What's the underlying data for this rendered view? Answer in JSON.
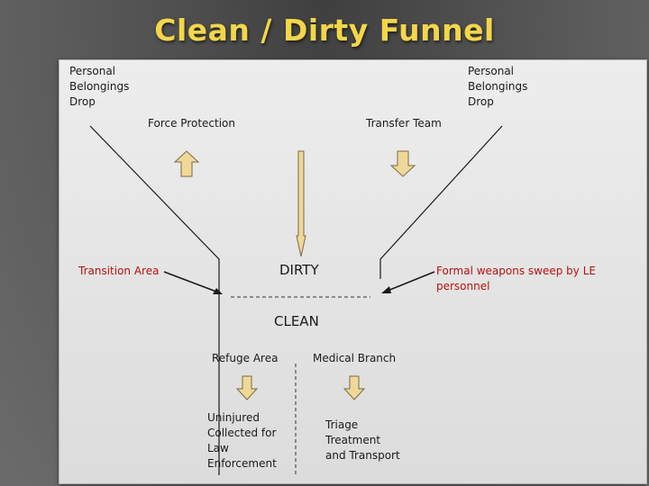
{
  "title": "Clean / Dirty Funnel",
  "labels": {
    "personal_left": "Personal\nBelongings\nDrop",
    "personal_right": "Personal\nBelongings\nDrop",
    "force_protection": "Force Protection",
    "transfer_team": "Transfer Team",
    "transition_area": "Transition Area",
    "dirty": "DIRTY",
    "weapons_sweep": "Formal weapons sweep by LE personnel",
    "clean": "CLEAN",
    "refuge_area": "Refuge Area",
    "medical_branch": "Medical Branch",
    "uninjured": "Uninjured\nCollected for\nLaw\nEnforcement",
    "triage": "Triage\nTreatment\nand Transport"
  },
  "colors": {
    "title": "#f3d64a",
    "arrow_fill": "#f0d898",
    "arrow_stroke": "#7a6a40",
    "red_label": "#b4120f"
  }
}
